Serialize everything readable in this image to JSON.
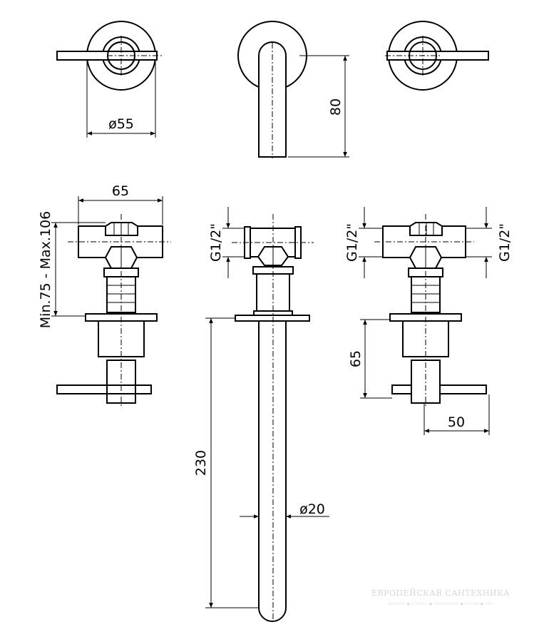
{
  "dimensions": {
    "dia55": "ø55",
    "h80": "80",
    "w65": "65",
    "minmax": "Min.75  -  Max.106",
    "thread_left": "G1/2\"",
    "thread_mid_l": "G1/2\"",
    "thread_mid_r": "G1/2\"",
    "h65": "65",
    "w50": "50",
    "h230": "230",
    "dia20": "ø20"
  },
  "watermark": {
    "line1": "ЕВРОПЕЙСКАЯ САНТЕХНИКА",
    "line2": "КАМЕНЬ ● ПЛИТКА ● ОТОПЛЕНИЕ ● САУНЫ ● СПА"
  }
}
